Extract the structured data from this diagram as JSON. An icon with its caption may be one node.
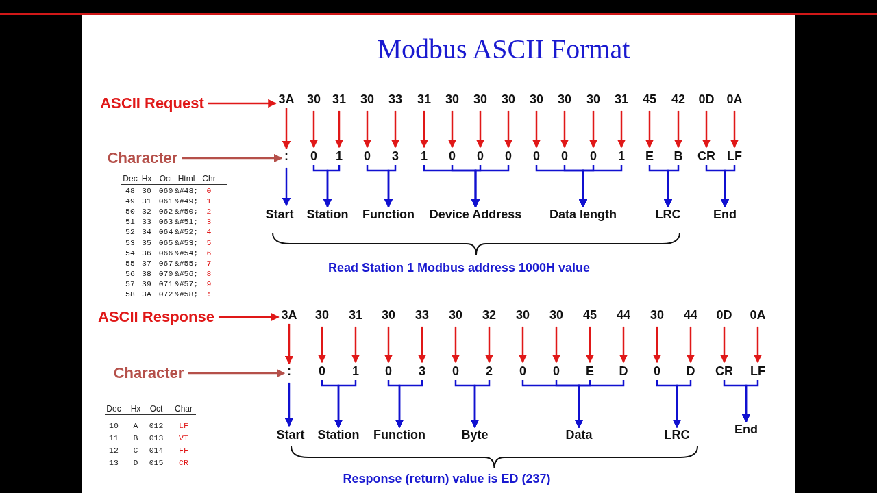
{
  "diagram": {
    "title": "Modbus ASCII Format",
    "nodes": [
      {
        "text": [
          "ASCII Request"
        ]
      },
      {
        "text": [
          "3A"
        ]
      },
      {
        "text": [
          "30"
        ]
      },
      {
        "text": [
          "31"
        ]
      },
      {
        "text": [
          "30"
        ]
      },
      {
        "text": [
          "33"
        ]
      },
      {
        "text": [
          "31"
        ]
      },
      {
        "text": [
          "30"
        ]
      },
      {
        "text": [
          "30"
        ]
      },
      {
        "text": [
          "30"
        ]
      },
      {
        "text": [
          "30"
        ]
      },
      {
        "text": [
          "30"
        ]
      },
      {
        "text": [
          "30"
        ]
      },
      {
        "text": [
          "31"
        ]
      },
      {
        "text": [
          "45"
        ]
      },
      {
        "text": [
          "42"
        ]
      },
      {
        "text": [
          "0D"
        ]
      },
      {
        "text": [
          "0A"
        ]
      },
      {
        "text": [
          "Character"
        ]
      },
      {
        "text": [
          ":"
        ]
      },
      {
        "text": [
          "0"
        ]
      },
      {
        "text": [
          "1"
        ]
      },
      {
        "text": [
          "0"
        ]
      },
      {
        "text": [
          "3"
        ]
      },
      {
        "text": [
          "1"
        ]
      },
      {
        "text": [
          "0"
        ]
      },
      {
        "text": [
          "0"
        ]
      },
      {
        "text": [
          "0"
        ]
      },
      {
        "text": [
          "0"
        ]
      },
      {
        "text": [
          "0"
        ]
      },
      {
        "text": [
          "0"
        ]
      },
      {
        "text": [
          "1"
        ]
      },
      {
        "text": [
          "E"
        ]
      },
      {
        "text": [
          "B"
        ]
      },
      {
        "text": [
          "CR"
        ]
      },
      {
        "text": [
          "LF"
        ]
      },
      {
        "text": [
          "Start"
        ]
      },
      {
        "text": [
          "Station"
        ]
      },
      {
        "text": [
          "Function"
        ]
      },
      {
        "text": [
          "Device Address"
        ]
      },
      {
        "text": [
          "Data length"
        ]
      },
      {
        "text": [
          "LRC"
        ]
      },
      {
        "text": [
          "End"
        ]
      },
      {
        "text": [
          "ASCII Response"
        ]
      },
      {
        "text": [
          "3A"
        ]
      },
      {
        "text": [
          "30"
        ]
      },
      {
        "text": [
          "31"
        ]
      },
      {
        "text": [
          "30"
        ]
      },
      {
        "text": [
          "33"
        ]
      },
      {
        "text": [
          "30"
        ]
      },
      {
        "text": [
          "32"
        ]
      },
      {
        "text": [
          "30"
        ]
      },
      {
        "text": [
          "30"
        ]
      },
      {
        "text": [
          "45"
        ]
      },
      {
        "text": [
          "44"
        ]
      },
      {
        "text": [
          "30"
        ]
      },
      {
        "text": [
          "44"
        ]
      },
      {
        "text": [
          "0D"
        ]
      },
      {
        "text": [
          "0A"
        ]
      },
      {
        "text": [
          "Character"
        ]
      },
      {
        "text": [
          ":"
        ]
      },
      {
        "text": [
          "0"
        ]
      },
      {
        "text": [
          "1"
        ]
      },
      {
        "text": [
          "0"
        ]
      },
      {
        "text": [
          "3"
        ]
      },
      {
        "text": [
          "0"
        ]
      },
      {
        "text": [
          "2"
        ]
      },
      {
        "text": [
          "0"
        ]
      },
      {
        "text": [
          "0"
        ]
      },
      {
        "text": [
          "E"
        ]
      },
      {
        "text": [
          "D"
        ]
      },
      {
        "text": [
          "0"
        ]
      },
      {
        "text": [
          "D"
        ]
      },
      {
        "text": [
          "CR"
        ]
      },
      {
        "text": [
          "LF"
        ]
      },
      {
        "text": [
          "Start"
        ]
      },
      {
        "text": [
          "Station"
        ]
      },
      {
        "text": [
          "Function"
        ]
      },
      {
        "text": [
          "Byte"
        ]
      },
      {
        "text": [
          "Data"
        ]
      },
      {
        "text": [
          "LRC"
        ]
      },
      {
        "text": [
          "End"
        ]
      }
    ],
    "edges": [
      {
        "from": 0,
        "to": 1,
        "arrow": "to"
      },
      {
        "from": 1,
        "to": 19,
        "arrow": "to"
      },
      {
        "from": 2,
        "to": 20,
        "arrow": "to"
      },
      {
        "from": 3,
        "to": 21,
        "arrow": "to"
      },
      {
        "from": 4,
        "to": 22,
        "arrow": "to"
      },
      {
        "from": 5,
        "to": 23,
        "arrow": "to"
      },
      {
        "from": 6,
        "to": 24,
        "arrow": "to"
      },
      {
        "from": 7,
        "to": 25,
        "arrow": "to"
      },
      {
        "from": 8,
        "to": 26,
        "arrow": "to"
      },
      {
        "from": 9,
        "to": 27,
        "arrow": "to"
      },
      {
        "from": 10,
        "to": 28,
        "arrow": "to"
      },
      {
        "from": 11,
        "to": 29,
        "arrow": "to"
      },
      {
        "from": 12,
        "to": 30,
        "arrow": "to"
      },
      {
        "from": 13,
        "to": 31,
        "arrow": "to"
      },
      {
        "from": 14,
        "to": 32,
        "arrow": "to"
      },
      {
        "from": 15,
        "to": 33,
        "arrow": "to"
      },
      {
        "from": 16,
        "to": 34,
        "arrow": "to"
      },
      {
        "from": 17,
        "to": 35,
        "arrow": "to"
      },
      {
        "from": 18,
        "to": 19,
        "arrow": "to",
        "color": "#b5504a"
      },
      {
        "from": 19,
        "to": 36,
        "arrow": "to",
        "color": "#1010d0"
      },
      {
        "from": 20,
        "to": 37,
        "arrow": "to",
        "color": "#1010d0"
      },
      {
        "from": 21,
        "to": 37,
        "arrow": "to",
        "color": "#1010d0"
      },
      {
        "from": 22,
        "to": 38,
        "arrow": "to",
        "color": "#1010d0"
      },
      {
        "from": 23,
        "to": 38,
        "arrow": "to",
        "color": "#1010d0"
      },
      {
        "from": 24,
        "to": 39,
        "arrow": "to",
        "color": "#1010d0"
      },
      {
        "from": 25,
        "to": 39,
        "arrow": "to",
        "color": "#1010d0"
      },
      {
        "from": 26,
        "to": 39,
        "arrow": "to",
        "color": "#1010d0"
      },
      {
        "from": 27,
        "to": 39,
        "arrow": "to",
        "color": "#1010d0"
      },
      {
        "from": 28,
        "to": 40,
        "arrow": "to",
        "color": "#1010d0"
      },
      {
        "from": 29,
        "to": 40,
        "arrow": "to",
        "color": "#1010d0"
      },
      {
        "from": 30,
        "to": 40,
        "arrow": "to",
        "color": "#1010d0"
      },
      {
        "from": 31,
        "to": 40,
        "arrow": "to",
        "color": "#1010d0"
      },
      {
        "from": 32,
        "to": 41,
        "arrow": "to",
        "color": "#1010d0"
      },
      {
        "from": 33,
        "to": 41,
        "arrow": "to",
        "color": "#1010d0"
      },
      {
        "from": 34,
        "to": 42,
        "arrow": "to",
        "color": "#1010d0"
      },
      {
        "from": 35,
        "to": 42,
        "arrow": "to",
        "color": "#1010d0"
      },
      {
        "from": 43,
        "to": 44,
        "arrow": "to"
      },
      {
        "from": 44,
        "to": 60,
        "arrow": "to"
      },
      {
        "from": 45,
        "to": 61,
        "arrow": "to"
      },
      {
        "from": 46,
        "to": 62,
        "arrow": "to"
      },
      {
        "from": 47,
        "to": 63,
        "arrow": "to"
      },
      {
        "from": 48,
        "to": 64,
        "arrow": "to"
      },
      {
        "from": 49,
        "to": 65,
        "arrow": "to"
      },
      {
        "from": 50,
        "to": 66,
        "arrow": "to"
      },
      {
        "from": 51,
        "to": 67,
        "arrow": "to"
      },
      {
        "from": 52,
        "to": 68,
        "arrow": "to"
      },
      {
        "from": 53,
        "to": 69,
        "arrow": "to"
      },
      {
        "from": 54,
        "to": 70,
        "arrow": "to"
      },
      {
        "from": 55,
        "to": 71,
        "arrow": "to"
      },
      {
        "from": 56,
        "to": 72,
        "arrow": "to"
      },
      {
        "from": 57,
        "to": 73,
        "arrow": "to"
      },
      {
        "from": 58,
        "to": 74,
        "arrow": "to"
      },
      {
        "from": 59,
        "to": 60,
        "arrow": "to",
        "color": "#b5504a"
      },
      {
        "from": 60,
        "to": 75,
        "arrow": "to",
        "color": "#1010d0"
      },
      {
        "from": 61,
        "to": 76,
        "arrow": "to",
        "color": "#1010d0"
      },
      {
        "from": 62,
        "to": 76,
        "arrow": "to",
        "color": "#1010d0"
      },
      {
        "from": 63,
        "to": 77,
        "arrow": "to",
        "color": "#1010d0"
      },
      {
        "from": 64,
        "to": 77,
        "arrow": "to",
        "color": "#1010d0"
      },
      {
        "from": 65,
        "to": 78,
        "arrow": "to",
        "color": "#1010d0"
      },
      {
        "from": 66,
        "to": 78,
        "arrow": "to",
        "color": "#1010d0"
      },
      {
        "from": 67,
        "to": 79,
        "arrow": "to",
        "color": "#1010d0"
      },
      {
        "from": 68,
        "to": 79,
        "arrow": "to",
        "color": "#1010d0"
      },
      {
        "from": 69,
        "to": 79,
        "arrow": "to",
        "color": "#1010d0"
      },
      {
        "from": 70,
        "to": 79,
        "arrow": "to",
        "color": "#1010d0"
      },
      {
        "from": 71,
        "to": 80,
        "arrow": "to",
        "color": "#1010d0"
      },
      {
        "from": 72,
        "to": 80,
        "arrow": "to",
        "color": "#1010d0"
      },
      {
        "from": 73,
        "to": 81,
        "arrow": "to",
        "color": "#1010d0"
      },
      {
        "from": 74,
        "to": 81,
        "arrow": "to",
        "color": "#1010d0"
      }
    ],
    "labels": [
      "Dec",
      "Hx",
      "Oct",
      "Html",
      "Chr",
      "48",
      "30",
      "060",
      "&#48;",
      "0",
      "49",
      "31",
      "061",
      "&#49;",
      "1",
      "50",
      "32",
      "062",
      "&#50;",
      "2",
      "51",
      "33",
      "063",
      "&#51;",
      "3",
      "52",
      "34",
      "064",
      "&#52;",
      "4",
      "53",
      "35",
      "065",
      "&#53;",
      "5",
      "54",
      "36",
      "066",
      "&#54;",
      "6",
      "55",
      "37",
      "067",
      "&#55;",
      "7",
      "56",
      "38",
      "070",
      "&#56;",
      "8",
      "57",
      "39",
      "071",
      "&#57;",
      "9",
      "58",
      "3A",
      "072",
      "&#58;",
      ":",
      "Read Station 1 Modbus address 1000H value",
      "Dec",
      "Hx",
      "Oct",
      "Char",
      "10",
      "A",
      "012",
      "LF",
      "11",
      "B",
      "013",
      "VT",
      "12",
      "C",
      "014",
      "FF",
      "13",
      "D",
      "015",
      "CR",
      "Response (return) value is ED (237)"
    ]
  }
}
